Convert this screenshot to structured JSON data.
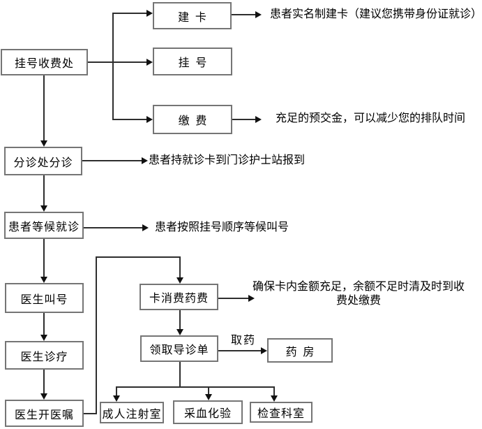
{
  "boxes": {
    "reg_fee": "挂号收费处",
    "create_card": "建卡",
    "register": "挂号",
    "pay": "缴费",
    "triage": "分诊处分诊",
    "wait_visit": "患者等候就诊",
    "doctor_call": "医生叫号",
    "doctor_treat": "医生诊疗",
    "doctor_order": "医生开医嘱",
    "card_pay_drug": "卡消费药费",
    "guide_sheet": "领取导诊单",
    "pharmacy": "药房",
    "adult_injection": "成人注射室",
    "blood_test": "采血化验",
    "exam_dept": "检查科室"
  },
  "annotations": {
    "create_card_note": "患者实名制建卡（建议您携带身份证就诊）",
    "pay_note": "充足的预交金，可以减少您的排队时间",
    "triage_note": "患者持就诊卡到门诊护士站报到",
    "wait_note": "患者按照挂号顺序等候叫号",
    "card_balance_note": "确保卡内金额充足，余额不足时清及时到收费处缴费",
    "take_medicine_label": "取药"
  },
  "colors": {
    "background": "#ffffff",
    "box_border": "#757575",
    "line": "#2e2e2e",
    "text": "#000000"
  }
}
